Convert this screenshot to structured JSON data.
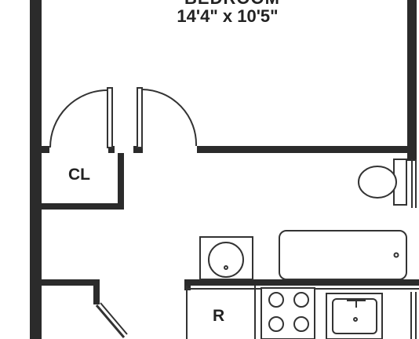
{
  "rooms": {
    "bedroom": {
      "name": "BEDROOM",
      "dimensions": "14'4\" x 10'5\""
    },
    "closet": {
      "label": "CL"
    }
  },
  "fixtures": {
    "refrigerator": {
      "label": "R"
    }
  },
  "colors": {
    "wall": "#2b2b2b",
    "line": "#333333",
    "fixture_fill": "#ffffff",
    "text": "#222222"
  }
}
